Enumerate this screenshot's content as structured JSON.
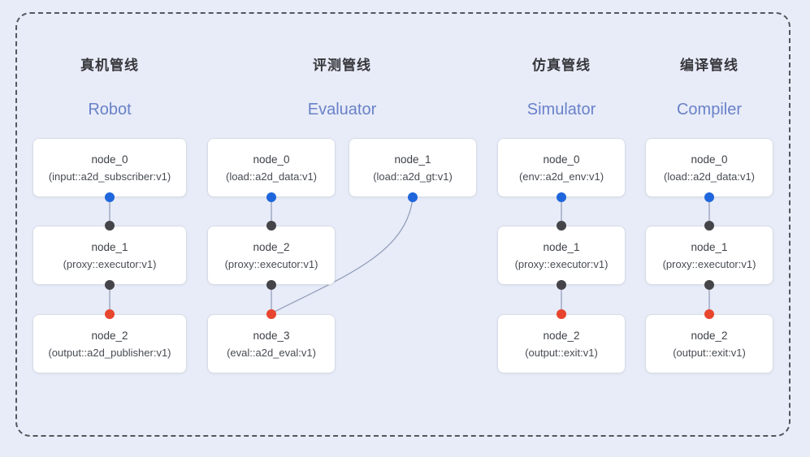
{
  "pipelines": [
    {
      "title_zh": "真机管线",
      "title_en": "Robot",
      "nodes": [
        {
          "name": "node_0",
          "type": "(input::a2d_subscriber:v1)"
        },
        {
          "name": "node_1",
          "type": "(proxy::executor:v1)"
        },
        {
          "name": "node_2",
          "type": "(output::a2d_publisher:v1)"
        }
      ]
    },
    {
      "title_zh": "评测管线",
      "title_en": "Evaluator",
      "nodes": [
        {
          "name": "node_0",
          "type": "(load::a2d_data:v1)"
        },
        {
          "name": "node_1",
          "type": "(load::a2d_gt:v1)"
        },
        {
          "name": "node_2",
          "type": "(proxy::executor:v1)"
        },
        {
          "name": "node_3",
          "type": "(eval::a2d_eval:v1)"
        }
      ]
    },
    {
      "title_zh": "仿真管线",
      "title_en": "Simulator",
      "nodes": [
        {
          "name": "node_0",
          "type": "(env::a2d_env:v1)"
        },
        {
          "name": "node_1",
          "type": "(proxy::executor:v1)"
        },
        {
          "name": "node_2",
          "type": "(output::exit:v1)"
        }
      ]
    },
    {
      "title_zh": "编译管线",
      "title_en": "Compiler",
      "nodes": [
        {
          "name": "node_0",
          "type": "(load::a2d_data:v1)"
        },
        {
          "name": "node_1",
          "type": "(proxy::executor:v1)"
        },
        {
          "name": "node_2",
          "type": "(output::exit:v1)"
        }
      ]
    }
  ],
  "colors": {
    "background": "#e8ecf8",
    "border_dash": "#55565c",
    "node_bg": "#ffffff",
    "node_border": "#d7dce6",
    "node_text": "#3d4147",
    "node_subtext": "#474b52",
    "edge": "#93a0ba",
    "port_out": "#1f66dd",
    "port_in": "#454549",
    "port_end": "#e8452e",
    "title_zh": "#36373b",
    "title_en": "#6981c9"
  }
}
